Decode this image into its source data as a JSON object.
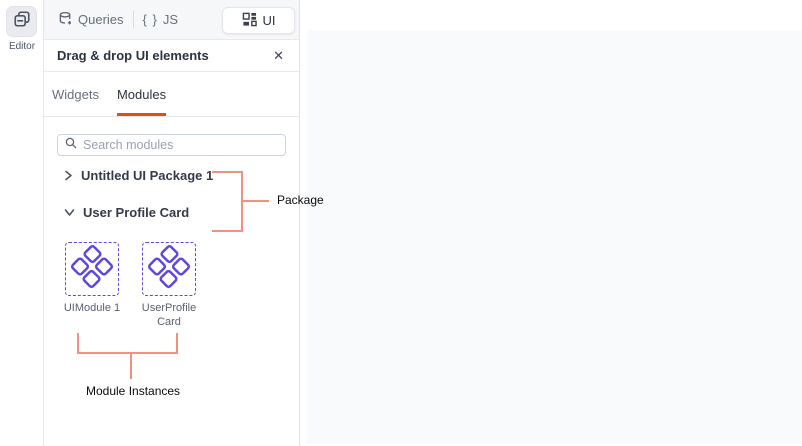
{
  "left_rail": {
    "editor": {
      "label": "Editor"
    }
  },
  "top_tabs": {
    "queries_label": "Queries",
    "js_braces": "{ }",
    "js_label": "JS",
    "ui_label": "UI"
  },
  "panel": {
    "title": "Drag & drop UI elements",
    "close_glyph": "✕",
    "tabs": {
      "widgets": "Widgets",
      "modules": "Modules",
      "active": "Modules"
    },
    "search": {
      "placeholder": "Search modules"
    },
    "packages": [
      {
        "name": "Untitled UI Package 1",
        "state": "collapsed"
      },
      {
        "name": "User Profile Card",
        "state": "expanded"
      }
    ],
    "module_instances": [
      {
        "name": "UIModule 1"
      },
      {
        "name": "UserProfileCard"
      }
    ]
  },
  "annotations": {
    "package": "Package",
    "module_instances": "Module Instances"
  },
  "colors": {
    "accent_orange": "#dc4f18",
    "module_purple": "#5e45e4",
    "annotation_salmon": "#f19180",
    "canvas_bg": "#f8fafc"
  }
}
